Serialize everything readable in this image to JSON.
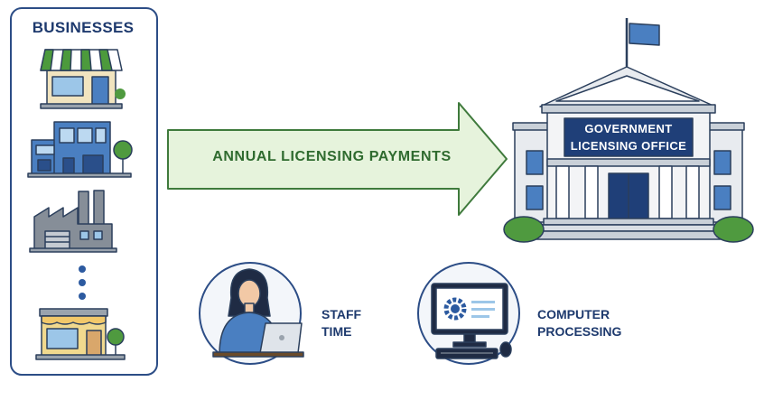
{
  "businesses": {
    "title": "BUSINESSES",
    "items": [
      "storefront-icon",
      "office-building-icon",
      "factory-icon",
      "ellipsis-dots",
      "small-shop-icon"
    ]
  },
  "flow": {
    "arrow_label": "ANNUAL LICENSING PAYMENTS"
  },
  "government": {
    "sign_lines": [
      "GOVERNMENT",
      "LICENSING OFFICE"
    ]
  },
  "costs": {
    "staff_lines": [
      "STAFF",
      "TIME"
    ],
    "computer_lines": [
      "COMPUTER",
      "PROCESSING"
    ]
  },
  "colors": {
    "navy": "#1e3a6e",
    "arrow_fill": "#e6f3dc",
    "arrow_stroke": "#3f7a3c",
    "arrow_text": "#2f6b2f",
    "building_blue": "#4a7fc1",
    "awning_green": "#4c9a3c",
    "shrub_green": "#4f9a3f",
    "factory_gray": "#868e98"
  }
}
